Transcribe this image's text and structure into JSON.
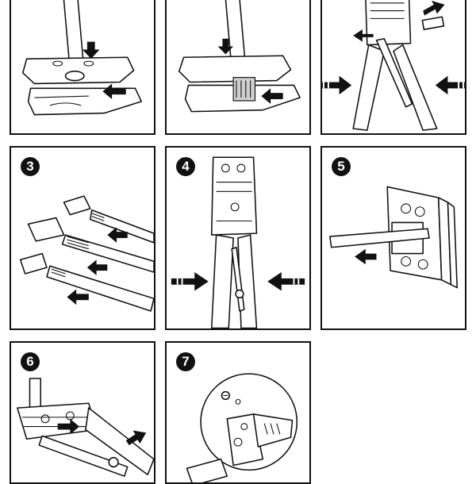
{
  "steps": [
    {
      "id": "step-a",
      "number": ""
    },
    {
      "id": "step-b",
      "number": ""
    },
    {
      "id": "step-c",
      "number": ""
    },
    {
      "id": "step-3",
      "number": "3"
    },
    {
      "id": "step-4",
      "number": "4"
    },
    {
      "id": "step-5",
      "number": "5"
    },
    {
      "id": "step-6",
      "number": "6"
    },
    {
      "id": "step-7",
      "number": "7"
    }
  ],
  "icons": {
    "arrow": "arrow-icon",
    "dashed_arrow": "dashed-arrow-icon",
    "crimping_tool": "crimping-tool-icon",
    "cable": "cable-icon",
    "connector": "rj-connector-icon",
    "screw": "screw-icon"
  }
}
